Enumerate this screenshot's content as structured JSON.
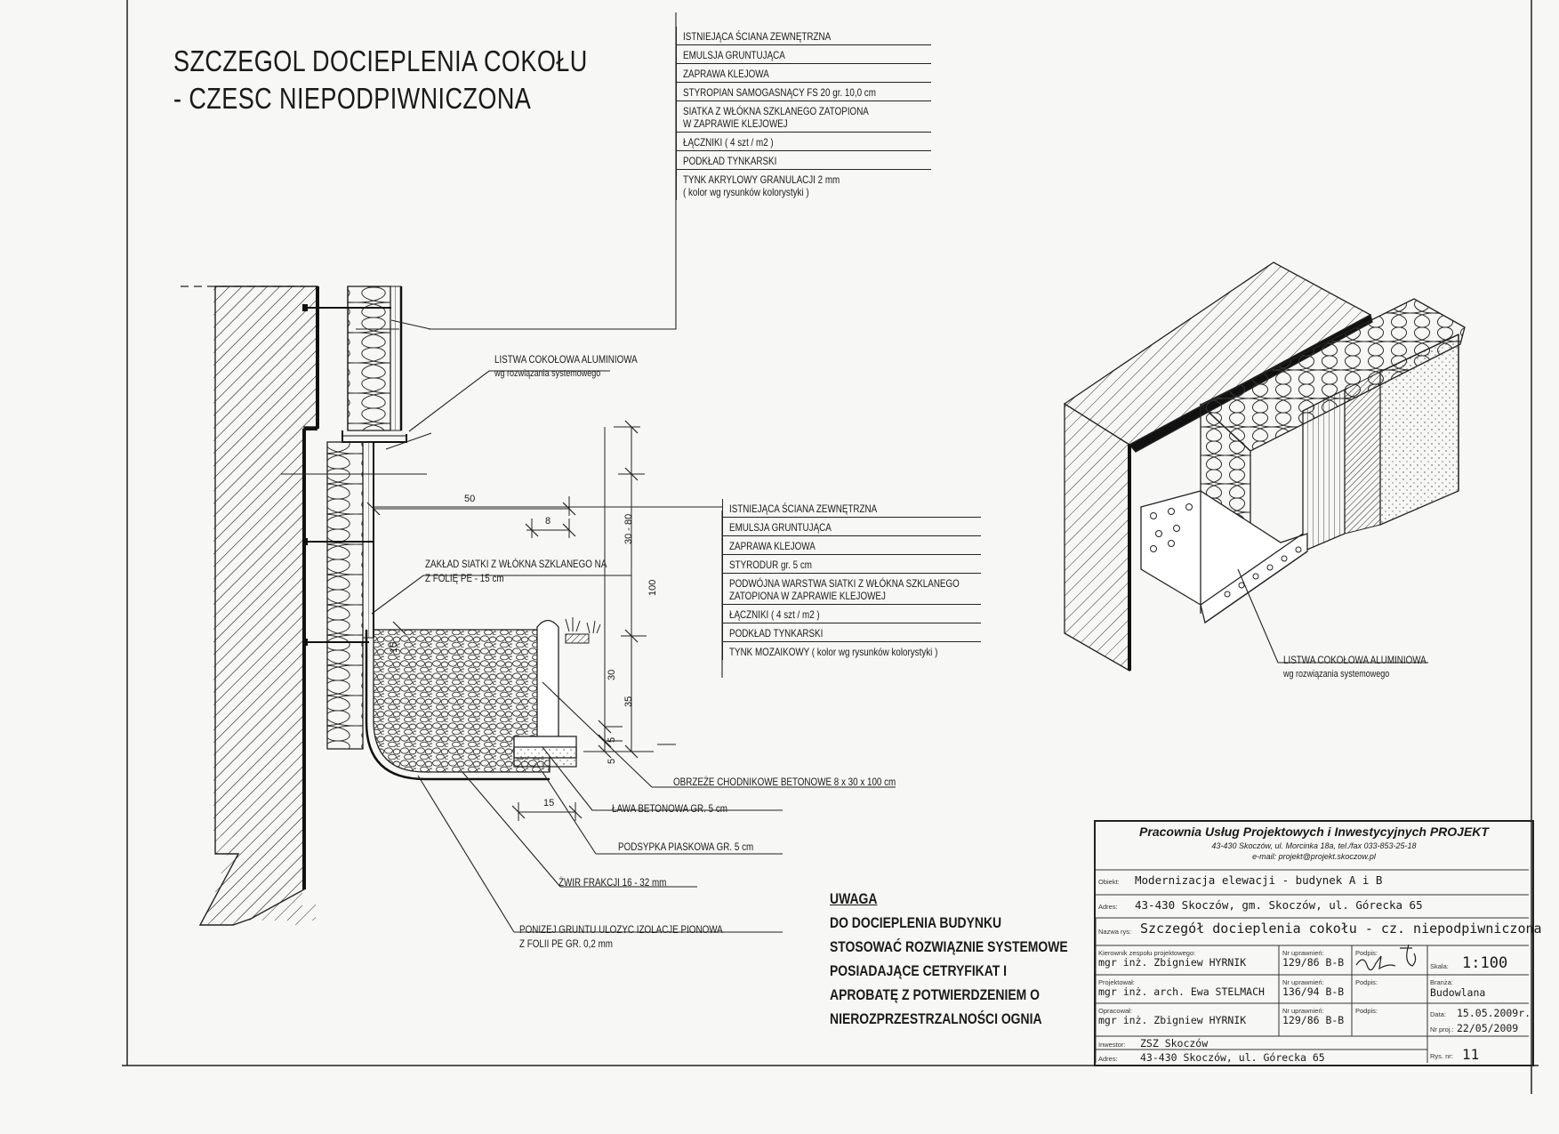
{
  "drawing": {
    "title_line1": "SZCZEGOL DOCIEPLENIA COKOŁU",
    "title_line2": "- CZESC NIEPODPIWNICZONA"
  },
  "legend_upper": {
    "items": [
      "ISTNIEJĄCA ŚCIANA ZEWNĘTRZNA",
      "EMULSJA GRUNTUJĄCA",
      "ZAPRAWA KLEJOWA",
      "STYROPIAN SAMOGASNĄCY FS 20 gr. 10,0 cm",
      "SIATKA Z WŁÓKNA SZKLANEGO ZATOPIONA",
      "W ZAPRAWIE KLEJOWEJ",
      "ŁĄCZNIKI ( 4 szt / m2 )",
      "PODKŁAD TYNKARSKI",
      "TYNK AKRYLOWY GRANULACJI 2 mm",
      "( kolor wg rysunków kolorystyki )"
    ]
  },
  "legend_lower": {
    "items": [
      "ISTNIEJĄCA ŚCIANA ZEWNĘTRZNA",
      "EMULSJA GRUNTUJĄCA",
      "ZAPRAWA KLEJOWA",
      "STYRODUR gr. 5 cm",
      "PODWÓJNA WARSTWA SIATKI Z WŁÓKNA SZKLANEGO",
      "ZATOPIONA W ZAPRAWIE KLEJOWEJ",
      "ŁĄCZNIKI ( 4 szt / m2 )",
      "PODKŁAD TYNKARSKI",
      "TYNK MOZAIKOWY ( kolor wg rysunków kolorystyki )"
    ]
  },
  "callouts": {
    "listwa_left": "LISTWA COKOŁOWA ALUMINIOWA",
    "listwa_left_sub": "wg rozwiązania systemowego",
    "zaklad_1": "ZAKŁAD SIATKI Z WŁÓKNA SZKLANEGO NA",
    "zaklad_2": "Z FOLIĘ PE - 15 cm",
    "obrzeze": "OBRZEŻE CHODNIKOWE BETONOWE 8 x 30 x 100 cm",
    "lawa": "ŁAWA BETONOWA GR. 5 cm",
    "podsypka": "PODSYPKA PIASKOWA GR. 5 cm",
    "zwir": "ŻWIR FRAKCJI 16 - 32 mm",
    "ponizej_1": "PONIZEJ GRUNTU ULOZYC IZOLACJE PIONOWA",
    "ponizej_2": "Z FOLII PE GR. 0,2 mm",
    "listwa_right": "LISTWA COKOŁOWA ALUMINIOWA",
    "listwa_right_sub": "wg rozwiązania systemowego"
  },
  "dimensions": {
    "d50": "50",
    "d8": "8",
    "d30_80": "30 - 80",
    "d100": "100",
    "d15_top": "15",
    "d30": "30",
    "d35": "35",
    "d5a": "5",
    "d5b": "5",
    "d15_bottom": "15"
  },
  "note": {
    "head": "UWAGA",
    "line1": "DO DOCIEPLENIA BUDYNKU",
    "line2": "STOSOWAĆ ROZWIĄZNIE SYSTEMOWE",
    "line3": "POSIADAJĄCE CETRYFIKAT I",
    "line4": "APROBATĘ Z POTWIERDZENIEM O",
    "line5": "NIEROZPRZESTRZALNOŚCI OGNIA"
  },
  "title_block": {
    "company": "Pracownia Usług Projektowych i Inwestycyjnych PROJEKT",
    "address": "43-430 Skoczów, ul. Morcinka 18a, tel./fax 033-853-25-18",
    "email": "e-mail: projekt@projekt.skoczow.pl",
    "obiekt_label": "Obiekt:",
    "obiekt": "Modernizacja elewacji - budynek A i B",
    "adres_label": "Adres:",
    "adres": "43-430 Skoczów, gm. Skoczów, ul. Górecka 65",
    "nazwa_label": "Nazwa rys:",
    "nazwa": "Szczegół docieplenia cokołu - cz. niepodpiwniczona",
    "kierownik_label": "Kierownik zespołu projektowego:",
    "kierownik": "mgr inż. Zbigniew HYRNIK",
    "kierownik_nr_label": "Nr uprawnień:",
    "kierownik_nr": "129/86 B-B",
    "podpis_label": "Podpis:",
    "skala_label": "Skala:",
    "skala": "1:100",
    "projektowal_label": "Projektował:",
    "projektowal": "mgr inż. arch. Ewa STELMACH",
    "projektowal_nr_label": "Nr uprawnień:",
    "projektowal_nr": "136/94 B-B",
    "branza_label": "Branża:",
    "branza": "Budowlana",
    "opracowal_label": "Opracował:",
    "opracowal": "mgr inż. Zbigniew HYRNIK",
    "opracowal_nr_label": "Nr uprawnień:",
    "opracowal_nr": "129/86 B-B",
    "data_label": "Data:",
    "data": "15.05.2009r.",
    "nr_proj_label": "Nr proj.:",
    "nr_proj": "22/05/2009",
    "inwestor_label": "Inwestor:",
    "inwestor": "ZSZ Skoczów",
    "adres2_label": "Adres:",
    "adres2": "43-430 Skoczów, ul. Górecka 65",
    "rys_nr_label": "Rys. nr:",
    "rys_nr": "11"
  }
}
